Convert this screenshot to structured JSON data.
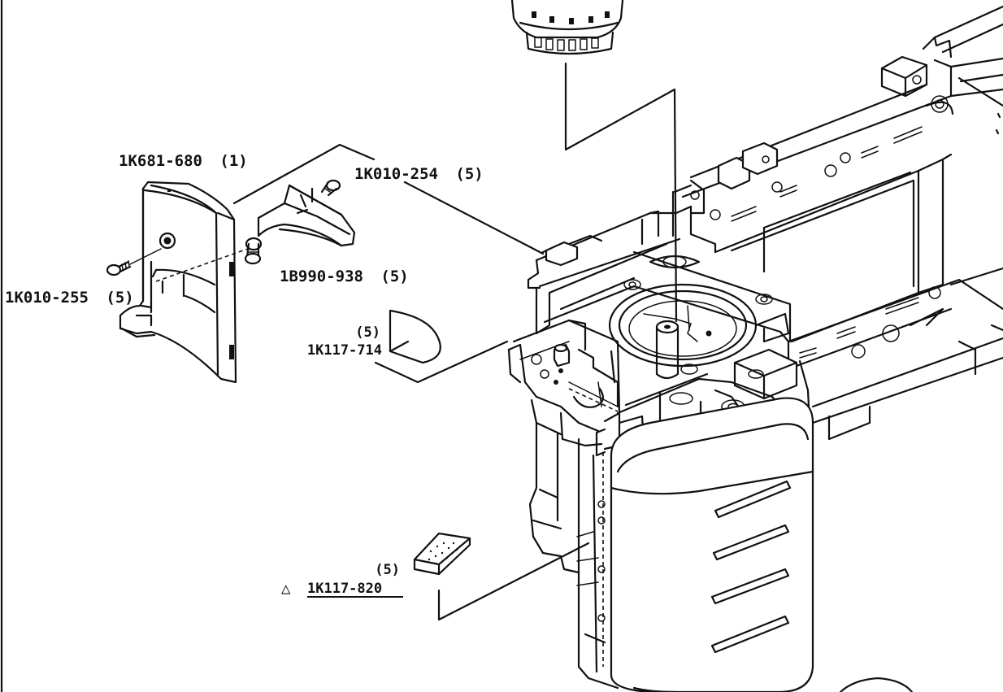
{
  "parts": {
    "bracket_cover": {
      "number": "1K681-680",
      "qty": "(1)"
    },
    "screw_top": {
      "number": "1K010-254",
      "qty": "(5)"
    },
    "screw_left": {
      "number": "1K010-255",
      "qty": "(5)"
    },
    "stud": {
      "number": "1B990-938",
      "qty": "(5)"
    },
    "sheet": {
      "number": "1K117-714",
      "qty": "(5)"
    },
    "pad": {
      "number": "1K117-820",
      "qty": "(5)",
      "mark": "△"
    }
  }
}
